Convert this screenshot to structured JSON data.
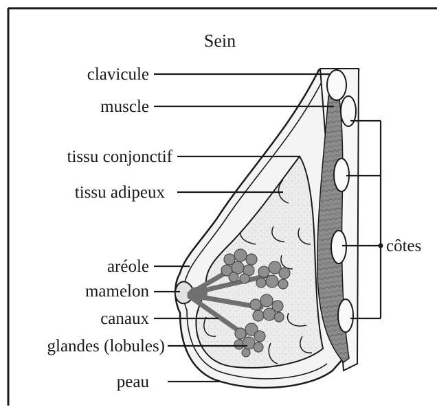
{
  "diagram": {
    "title": "Sein",
    "labels": {
      "clavicule": "clavicule",
      "muscle": "muscle",
      "tissu_conjonctif": "tissu conjonctif",
      "tissu_adipeux": "tissu adipeux",
      "areole": "aréole",
      "mamelon": "mamelon",
      "canaux": "canaux",
      "glandes": "glandes (lobules)",
      "peau": "peau",
      "cotes": "côtes"
    },
    "colors": {
      "outline": "#1a1a1a",
      "tissue": "#e9e9e9",
      "muscle": "#8a8a8a",
      "lobule": "#8f8f8f",
      "duct": "#6f6f6f"
    }
  }
}
